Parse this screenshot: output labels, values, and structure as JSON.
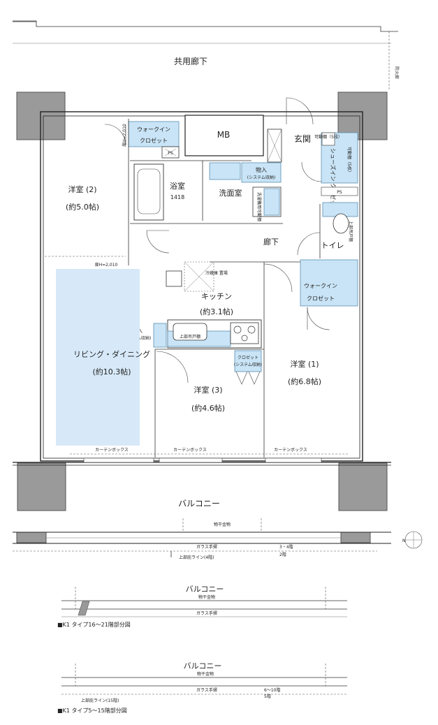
{
  "plan": {
    "corridor": "共用廊下",
    "fire_door": "防火扉",
    "mb": "MB",
    "entrance": "玄関",
    "shoe_closet": "シューズイン\nクロゼット",
    "shoe_shelf": "可動棚（5枚）",
    "shoe_small": "可動棚（5段）",
    "wic_top_line1": "ウォークイン",
    "wic_top_line2": "クロゼット",
    "door_h_top": "扉H=2,010",
    "ps": "PS",
    "bath": "浴室",
    "bath_size": "1418",
    "washroom": "洗面室",
    "storage": "物入",
    "storage_sub": "(システム収納)",
    "wash_shelf": "洗濯機用可動棚",
    "room2": "洋室 (2)",
    "room2_size": "(約5.0帖)",
    "door_h_mid": "扉H=2,010",
    "hallway": "廊下",
    "toilet": "トイレ",
    "upper_shelf": "上部吊戸棚",
    "fridge": "冷蔵庫\n置場",
    "kitchen": "キッチン",
    "kitchen_size": "(約3.1帖)",
    "wic_right_line1": "ウォークイン",
    "wic_right_line2": "クロゼット",
    "living_storage": "物入",
    "living_storage_sub": "(システム収納)",
    "kitchen_upper": "上部吊戸棚",
    "living": "リビング・ダイニング",
    "living_size": "(約10.3帖)",
    "closet": "クロゼット",
    "closet_sub": "(システム収納)",
    "room1": "洋室 (1)",
    "room1_size": "(約6.8帖)",
    "room3": "洋室 (3)",
    "room3_size": "(約4.6帖)",
    "curtain1": "カーテンボックス",
    "curtain2": "カーテンボックス",
    "curtain3": "カーテンボックス",
    "balcony": "バルコニー",
    "drying_rod": "物干金物",
    "glass_rail": "ガラス手摺",
    "floor_34": "3・4階",
    "floor_2": "2階",
    "upper_ceiling": "上部庇ライン(4階)",
    "north": "N"
  },
  "detail1": {
    "balcony": "バルコニー",
    "drying_rod": "物干金物",
    "glass_rail": "ガラス手摺",
    "caption": "■K1 タイプ16〜21階部分図"
  },
  "detail2": {
    "balcony": "バルコニー",
    "drying_rod": "物干金物",
    "glass_rail": "ガラス手摺",
    "floor_6_10": "6〜10階",
    "floor_5": "5階",
    "upper_ceiling": "上部庇ライン(15階)",
    "caption": "■K1 タイプ5〜15階部分図"
  }
}
